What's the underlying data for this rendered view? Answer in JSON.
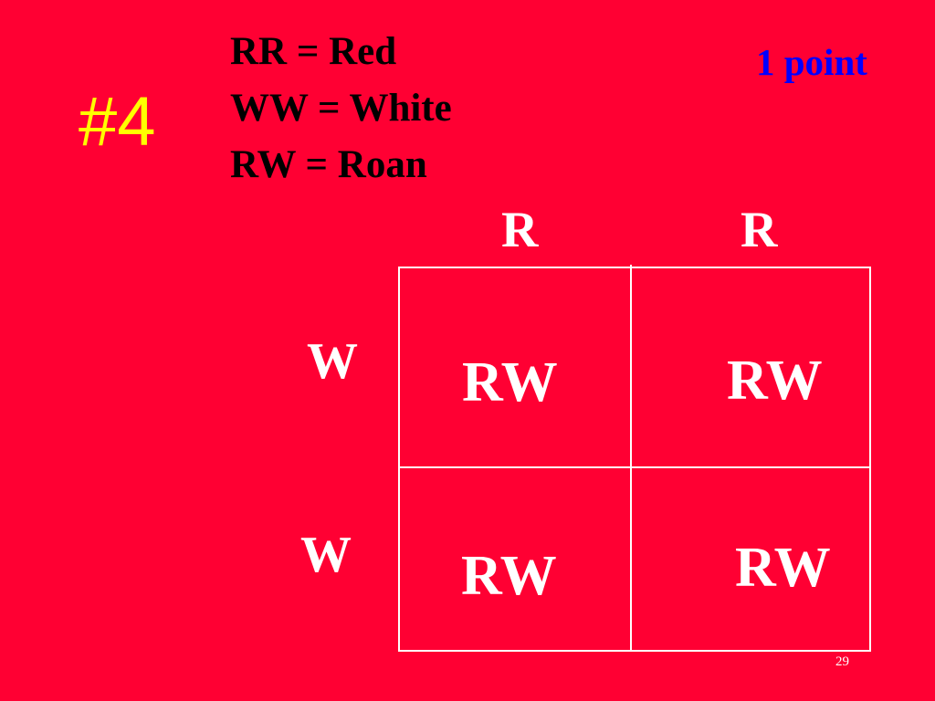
{
  "slide": {
    "number_label": "#4",
    "key": [
      "RR = Red",
      "WW = White",
      "RW = Roan"
    ],
    "points_label": "1 point",
    "page_number": "29",
    "colors": {
      "background": "#FF0033",
      "number": "#FFFF00",
      "points": "#0000FF",
      "key_text": "#000000",
      "grid_text": "#FFFFFF"
    }
  },
  "punnett": {
    "top_alleles": [
      "R",
      "R"
    ],
    "side_alleles": [
      "W",
      "W"
    ],
    "cells": [
      [
        "RW",
        "RW"
      ],
      [
        "RW",
        "RW"
      ]
    ]
  }
}
